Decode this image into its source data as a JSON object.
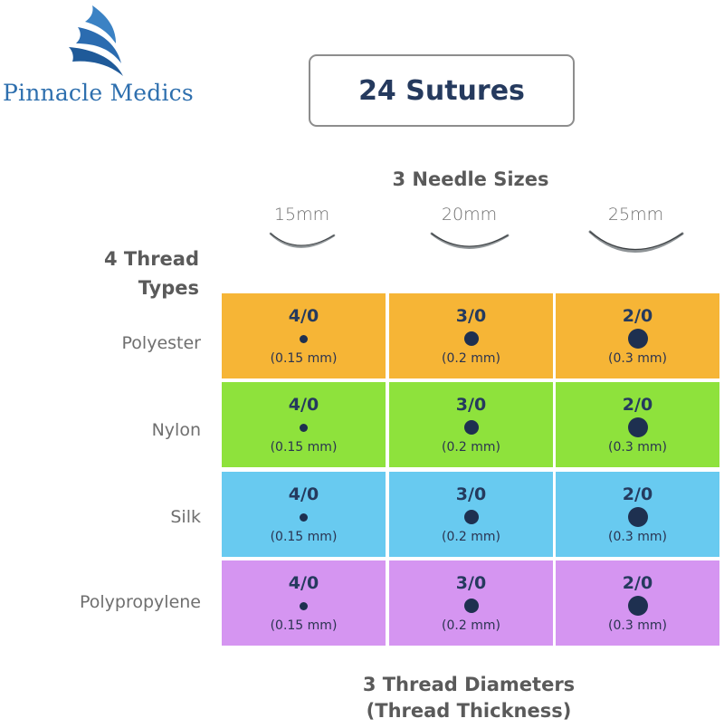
{
  "logo": {
    "text": "Pinnacle Medics",
    "brand_color": "#2e6fae"
  },
  "title": "24 Sutures",
  "needles": {
    "header": "3 Needle Sizes",
    "sizes": [
      "15mm",
      "20mm",
      "25mm"
    ]
  },
  "threads": {
    "header_line1": "4 Thread",
    "header_line2": "Types",
    "rows": [
      {
        "label": "Polyester",
        "color": "#f6b536"
      },
      {
        "label": "Nylon",
        "color": "#8ee23c"
      },
      {
        "label": "Silk",
        "color": "#68caf0"
      },
      {
        "label": "Polypropylene",
        "color": "#d595f1"
      }
    ]
  },
  "diameters": [
    {
      "gauge": "4/0",
      "diameter": "(0.15 mm)"
    },
    {
      "gauge": "3/0",
      "diameter": "(0.2 mm)"
    },
    {
      "gauge": "2/0",
      "diameter": "(0.3 mm)"
    }
  ],
  "footer": {
    "line1": "3 Thread Diameters",
    "line2": "(Thread Thickness)"
  }
}
